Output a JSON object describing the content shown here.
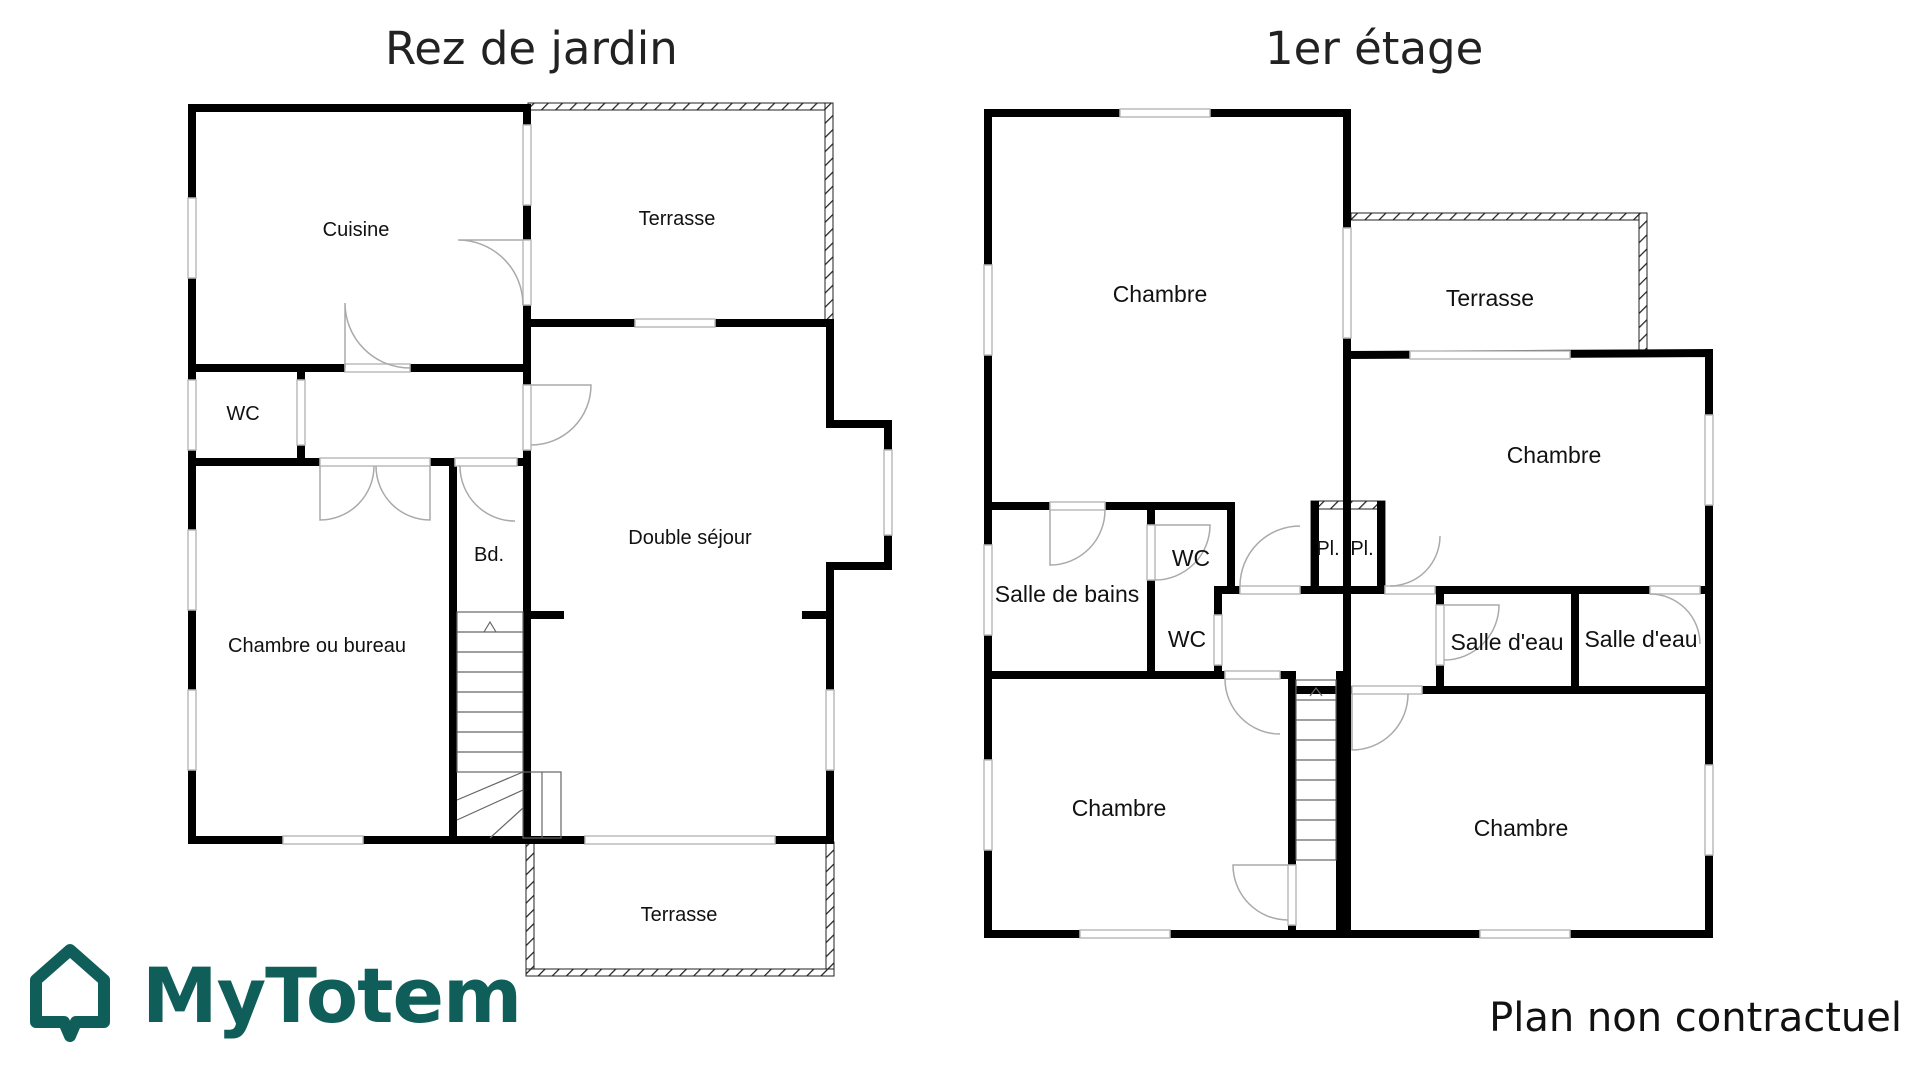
{
  "floors": {
    "ground": {
      "title": "Rez de jardin",
      "rooms": {
        "cuisine": "Cuisine",
        "terrasse_top": "Terrasse",
        "wc": "WC",
        "chambre_bureau": "Chambre ou bureau",
        "bd": "Bd.",
        "double_sejour": "Double séjour",
        "terrasse_bottom": "Terrasse"
      }
    },
    "first": {
      "title": "1er étage",
      "rooms": {
        "chambre_nw": "Chambre",
        "terrasse": "Terrasse",
        "chambre_ne": "Chambre",
        "pl1": "Pl.",
        "pl2": "Pl.",
        "wc1": "WC",
        "wc2": "WC",
        "salle_de_bains": "Salle de bains",
        "salle_eau1": "Salle d'eau",
        "salle_eau2": "Salle d'eau",
        "chambre_sw": "Chambre",
        "chambre_se": "Chambre"
      }
    }
  },
  "brand": {
    "name": "MyTotem",
    "logo_icon": "house-speech-bubble-icon",
    "color": "#0f5e5a"
  },
  "disclaimer": "Plan non contractuel"
}
